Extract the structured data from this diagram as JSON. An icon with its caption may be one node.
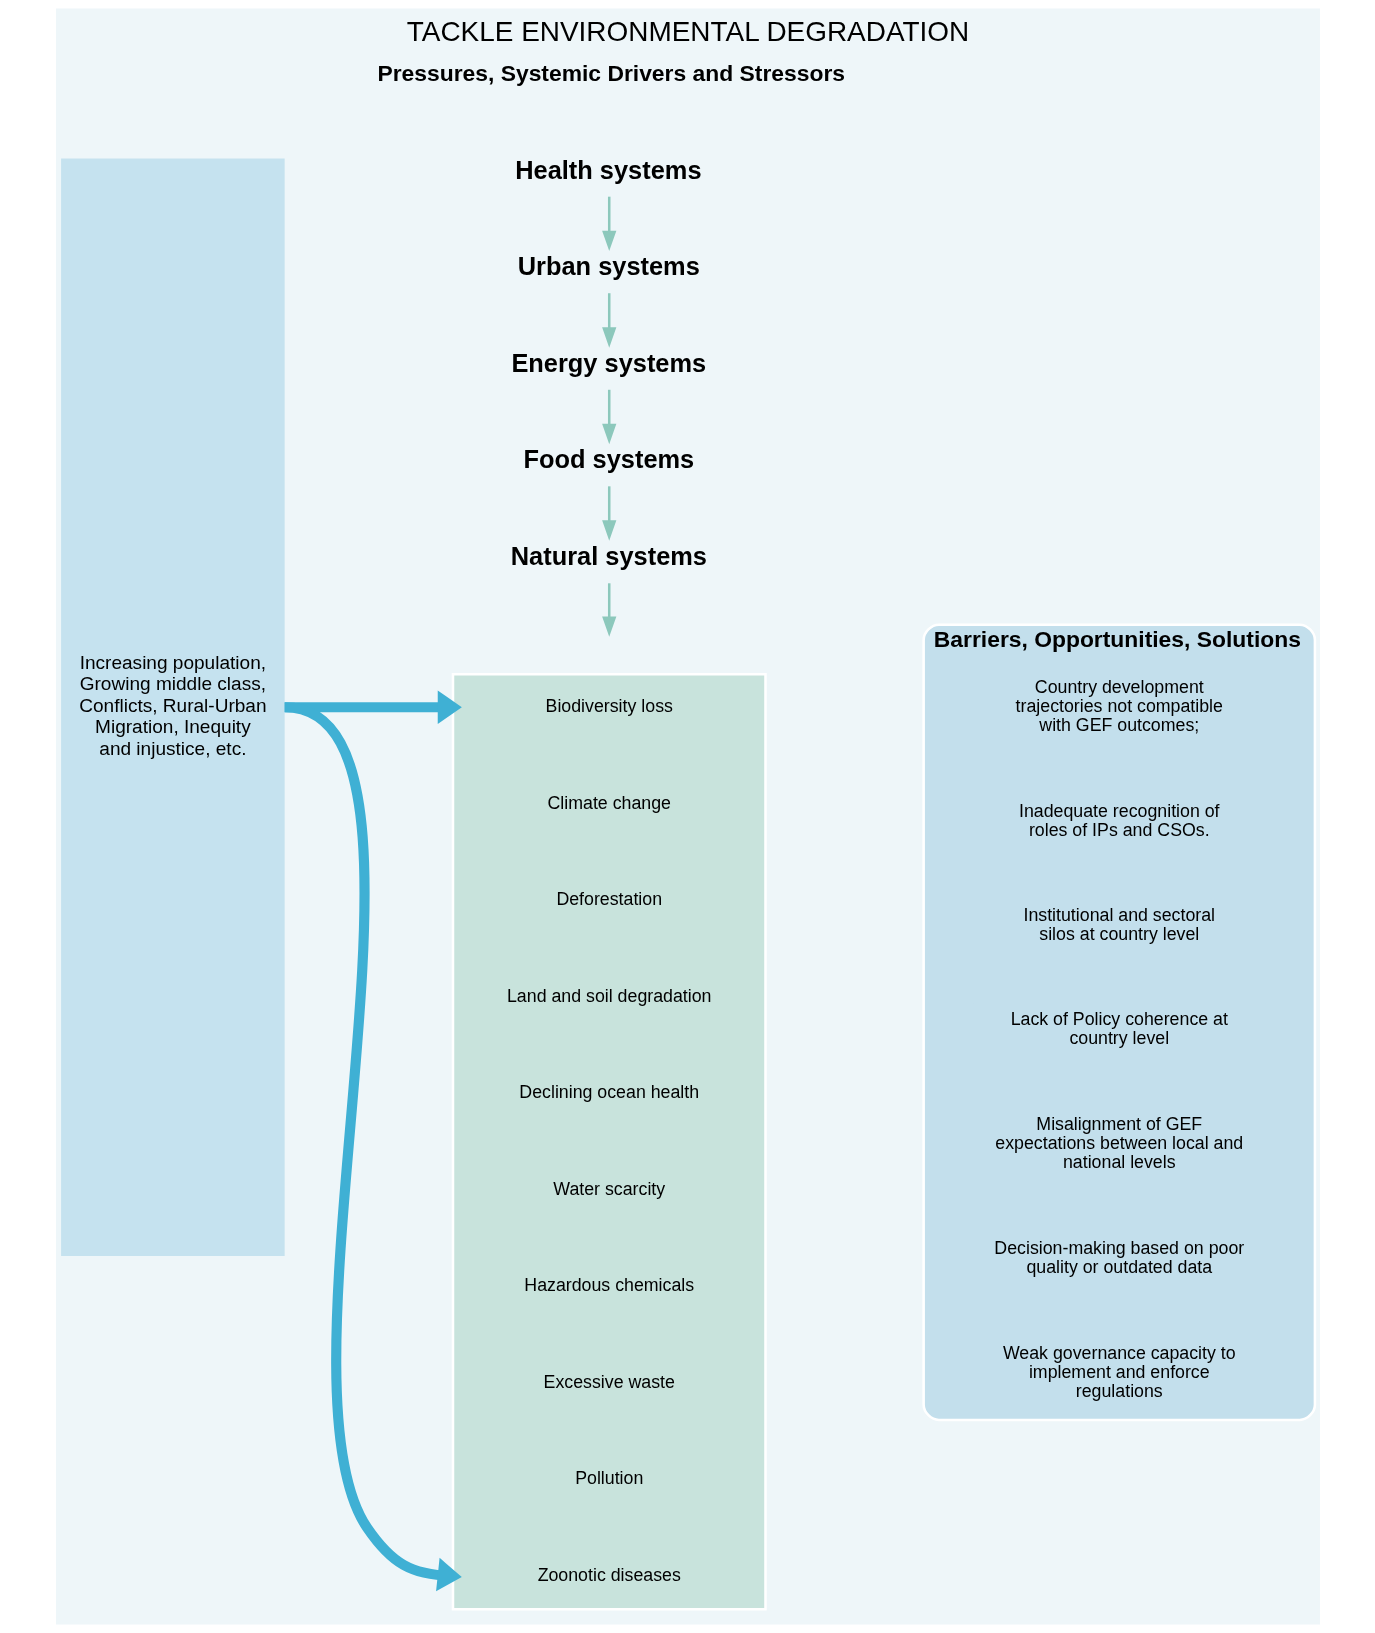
{
  "diagram": {
    "title": "TACKLE ENVIRONMENTAL DEGRADATION",
    "nodes": [
      {
        "text": [
          "Increasing population, Growing middle class, Conflicts, Rural-Urban Migration, Inequity and injustice, etc."
        ]
      },
      {
        "text": [
          "Health systems"
        ]
      },
      {
        "text": [
          "Urban systems"
        ]
      },
      {
        "text": [
          "Energy systems"
        ]
      },
      {
        "text": [
          "Food systems"
        ]
      },
      {
        "text": [
          "Natural systems"
        ]
      },
      {
        "text": [],
        "shape": "box"
      },
      {
        "text": [
          "Biodiversity loss"
        ],
        "in": 6
      },
      {
        "text": [
          "Climate change"
        ],
        "in": 6
      },
      {
        "text": [
          "Deforestation"
        ],
        "in": 6
      },
      {
        "text": [
          "Land and soil degradation"
        ],
        "in": 6
      },
      {
        "text": [
          "Declining ocean health"
        ],
        "in": 6
      },
      {
        "text": [
          "Water scarcity"
        ],
        "in": 6
      },
      {
        "text": [
          "Hazardous chemicals"
        ],
        "in": 6
      },
      {
        "text": [
          "Excessive waste"
        ],
        "in": 6
      },
      {
        "text": [
          "Pollution"
        ],
        "in": 6
      },
      {
        "text": [
          "Zoonotic diseases"
        ],
        "in": 6
      },
      {
        "text": [
          "Barriers, Opportunities, Solutions"
        ]
      },
      {
        "text": [
          "Country development trajectories not compatible with GEF outcomes;"
        ],
        "in": 17
      },
      {
        "text": [
          "Inadequate recognition of roles of IPs and CSOs."
        ],
        "in": 17
      },
      {
        "text": [
          "Institutional and sectoral silos at country level"
        ],
        "in": 17
      },
      {
        "text": [
          "Lack of Policy coherence at country level"
        ],
        "in": 17
      },
      {
        "text": [
          "Misalignment of GEF expectations between local and national levels"
        ],
        "in": 17
      },
      {
        "text": [
          "Decision-making based on poor quality or outdated data"
        ],
        "in": 17
      },
      {
        "text": [
          "Weak governance capacity to implement and enforce regulations"
        ],
        "in": 17
      }
    ],
    "edges": [
      {
        "from": 0,
        "to": 6,
        "arrow": "to",
        "style": "thick",
        "color": "#3fb0d4"
      },
      {
        "from": 1,
        "to": 2,
        "arrow": "to"
      },
      {
        "from": 2,
        "to": 3,
        "arrow": "to"
      },
      {
        "from": 3,
        "to": 4,
        "arrow": "to"
      },
      {
        "from": 4,
        "to": 5,
        "arrow": "to"
      },
      {
        "from": 5,
        "to": null,
        "arrow": "to"
      },
      {
        "from": 0,
        "to": 6,
        "arrow": "to",
        "style": "thick",
        "color": "#3fb0d4"
      }
    ],
    "labels": [
      "Pressures, Systemic Drivers and Stressors"
    ]
  }
}
